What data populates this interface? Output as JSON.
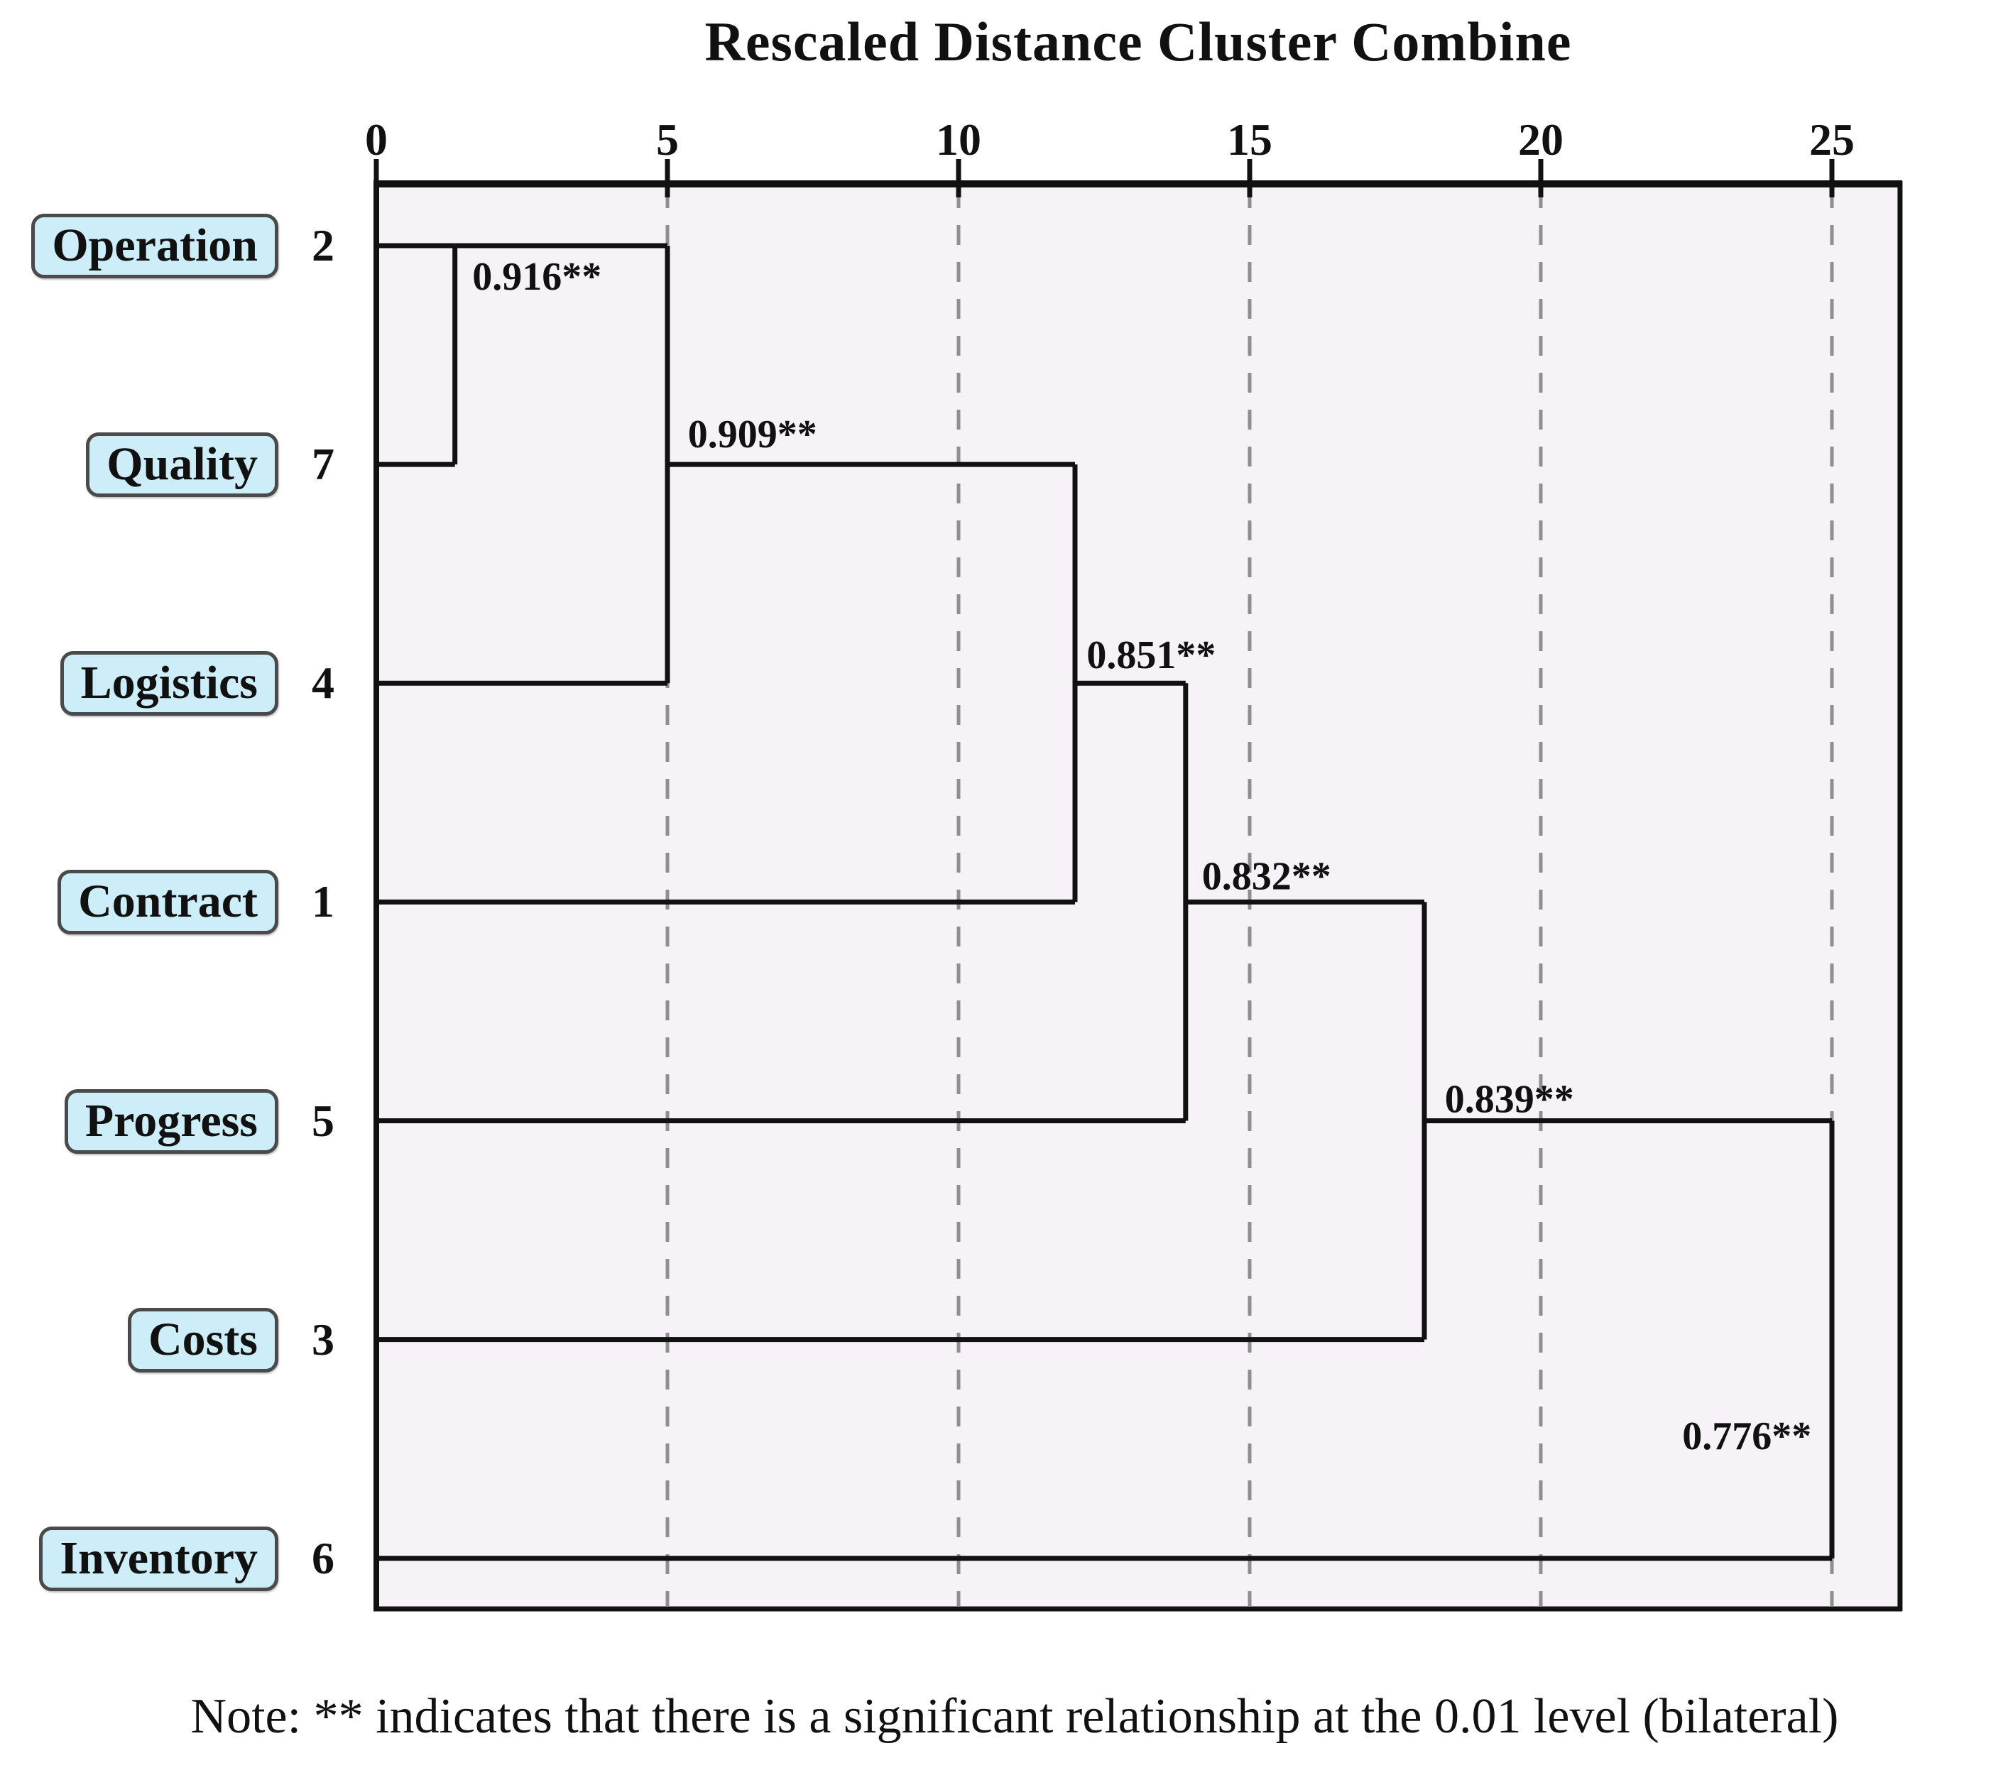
{
  "title": "Rescaled Distance Cluster Combine",
  "note": "Note: ** indicates that there is a significant relationship at the 0.01 level (bilateral)",
  "colors": {
    "page_bg": "#ffffff",
    "plot_bg": "#f7f2f7",
    "tree_line": "#111111",
    "frame_line": "#111111",
    "grid_line": "#8f8f8f",
    "box_fill": "#cdeef8",
    "box_border": "#4a4a4a",
    "text": "#111111"
  },
  "axis": {
    "ticks": [
      0,
      5,
      10,
      15,
      20,
      25
    ],
    "max_units": 26.17,
    "position": "top",
    "grid": "dashed"
  },
  "chart_data": {
    "type": "dendrogram",
    "orientation": "horizontal",
    "title": "Rescaled Distance Cluster Combine",
    "xlabel": "Rescaled Distance Cluster Combine",
    "xlim": [
      0,
      25
    ],
    "leaves": [
      {
        "label": "Operation",
        "id": "2",
        "row": 0,
        "joins_at": 1.35
      },
      {
        "label": "Quality",
        "id": "7",
        "row": 1,
        "joins_at": 1.35
      },
      {
        "label": "Logistics",
        "id": "4",
        "row": 2,
        "joins_at": 5.0
      },
      {
        "label": "Contract",
        "id": "1",
        "row": 3,
        "joins_at": 12.0
      },
      {
        "label": "Progress",
        "id": "5",
        "row": 4,
        "joins_at": 13.9
      },
      {
        "label": "Costs",
        "id": "3",
        "row": 5,
        "joins_at": 18.0
      },
      {
        "label": "Inventory",
        "id": "6",
        "row": 6,
        "joins_at": 25.0
      }
    ],
    "merges": [
      {
        "correlation": "0.916**",
        "distance": 1.35,
        "span_rows": [
          0,
          1
        ],
        "out_row": 0,
        "out_to": 5.0,
        "label_x": 1.65,
        "label_row": 0.14,
        "label_anchor": "start"
      },
      {
        "correlation": "0.909**",
        "distance": 5.0,
        "span_rows": [
          0,
          2
        ],
        "out_row": 1,
        "out_to": 12.0,
        "label_x": 5.35,
        "label_row": 0.86,
        "label_anchor": "start"
      },
      {
        "correlation": "0.851**",
        "distance": 12.0,
        "span_rows": [
          1,
          3
        ],
        "out_row": 2,
        "out_to": 13.9,
        "label_x": 12.2,
        "label_row": 1.87,
        "label_anchor": "start"
      },
      {
        "correlation": "0.832**",
        "distance": 13.9,
        "span_rows": [
          2,
          4
        ],
        "out_row": 3,
        "out_to": 18.0,
        "label_x": 14.18,
        "label_row": 2.88,
        "label_anchor": "start"
      },
      {
        "correlation": "0.839**",
        "distance": 18.0,
        "span_rows": [
          3,
          5
        ],
        "out_row": 4,
        "out_to": 25.0,
        "label_x": 18.35,
        "label_row": 3.9,
        "label_anchor": "start"
      },
      {
        "correlation": "0.776**",
        "distance": 25.0,
        "span_rows": [
          4,
          6
        ],
        "out_row": null,
        "out_to": null,
        "label_x": 24.65,
        "label_row": 5.44,
        "label_anchor": "end"
      }
    ]
  }
}
